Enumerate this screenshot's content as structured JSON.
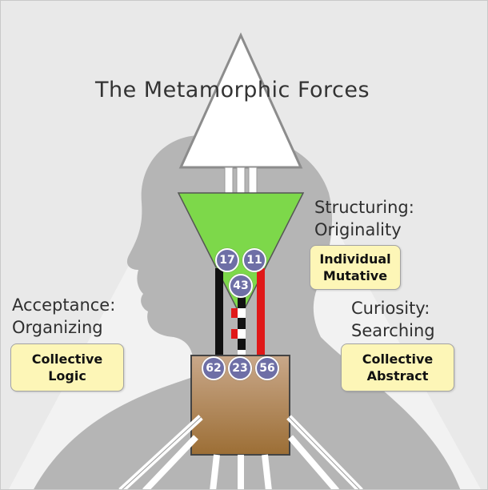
{
  "title": "The Metamorphic Forces",
  "left_force": {
    "line1": "Acceptance:",
    "line2": "Organizing",
    "tag_line1": "Collective",
    "tag_line2": "Logic"
  },
  "top_right_force": {
    "line1": "Structuring:",
    "line2": "Originality",
    "tag_line1": "Individual",
    "tag_line2": "Mutative"
  },
  "right_force": {
    "line1": "Curiosity:",
    "line2": "Searching",
    "tag_line1": "Collective",
    "tag_line2": "Abstract"
  },
  "gates": {
    "g17": "17",
    "g11": "11",
    "g43": "43",
    "g62": "62",
    "g23": "23",
    "g56": "56"
  },
  "colors": {
    "ajna_green": "#7dd84a",
    "throat_brown": "#b48a55",
    "channel_red": "#e01818",
    "channel_black": "#111111",
    "gate_circle": "#6e6fa6",
    "tag_fill": "#fdf6b7"
  }
}
